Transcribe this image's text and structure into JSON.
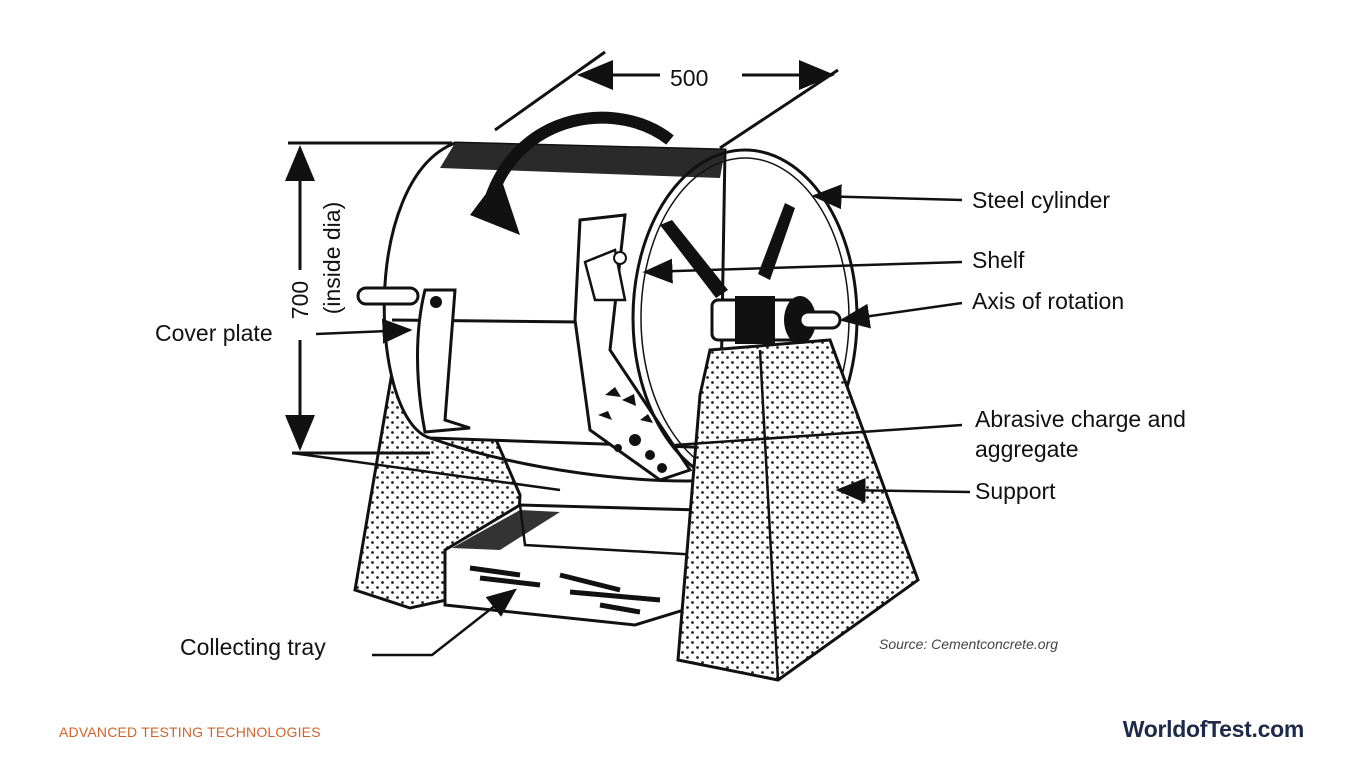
{
  "diagram": {
    "dimensions": {
      "length": "500",
      "diameter": "700",
      "diameter_note": "(inside dia)"
    },
    "labels": {
      "steel_cylinder": "Steel cylinder",
      "shelf": "Shelf",
      "axis_of_rotation": "Axis of rotation",
      "cover_plate": "Cover plate",
      "abrasive_line1": "Abrasive charge and",
      "abrasive_line2": "aggregate",
      "support": "Support",
      "collecting_tray": "Collecting tray"
    }
  },
  "source": "Source: Cementconcrete.org",
  "footer": {
    "left": "ADVANCED TESTING TECHNOLOGIES",
    "right": "WorldofTest.com"
  },
  "colors": {
    "footer_left": "#d2642b",
    "footer_right": "#1f2a4a"
  }
}
